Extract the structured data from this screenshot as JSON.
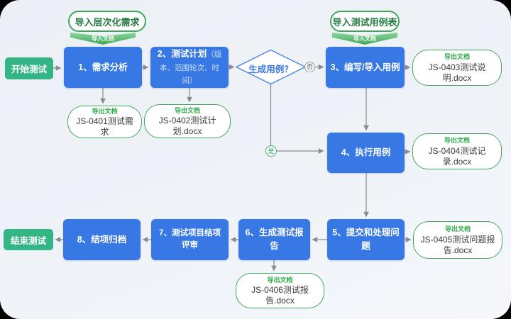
{
  "colors": {
    "step_blue": "#3878e4",
    "terminal_green": "#34b586",
    "doc_border_green": "#43a85c",
    "tag_green": "#2faa4d",
    "line_gray": "#8c8c8c",
    "background": "#eff3f8"
  },
  "terminals": {
    "start_label": "开始测试",
    "end_label": "结束测试"
  },
  "imports": [
    {
      "pill_label": "导入层次化需求",
      "badge_label": "导入文档"
    },
    {
      "pill_label": "导入测试用例表",
      "badge_label": "导入文档"
    }
  ],
  "steps": [
    {
      "label": "1、需求分析"
    },
    {
      "label": "2、测试计划",
      "note": "（版本、范围轮次、时间）"
    },
    {
      "label": "3、编写/导入用例"
    },
    {
      "label": "4、执行用例"
    },
    {
      "label": "5、提交和处理问题"
    },
    {
      "label": "6、生成测试报告"
    },
    {
      "label": "7、测试项目结项评审"
    },
    {
      "label": "8、结项归档"
    }
  ],
  "decision": {
    "label": "生成用例？",
    "no_label": "否",
    "yes_label": "是"
  },
  "documents": [
    {
      "tag": "导出文档",
      "name": "JS-0401测试需求"
    },
    {
      "tag": "导出文档",
      "name": "JS-0402测试计划.docx"
    },
    {
      "tag": "导出文档",
      "name": "JS-0403测试说明.docx"
    },
    {
      "tag": "导出文档",
      "name": "JS-0404测试记录.docx"
    },
    {
      "tag": "导出文档",
      "name": "JS-0405测试问题报告.docx"
    },
    {
      "tag": "导出文档",
      "name": "JS-0406测试报告.docx"
    }
  ]
}
